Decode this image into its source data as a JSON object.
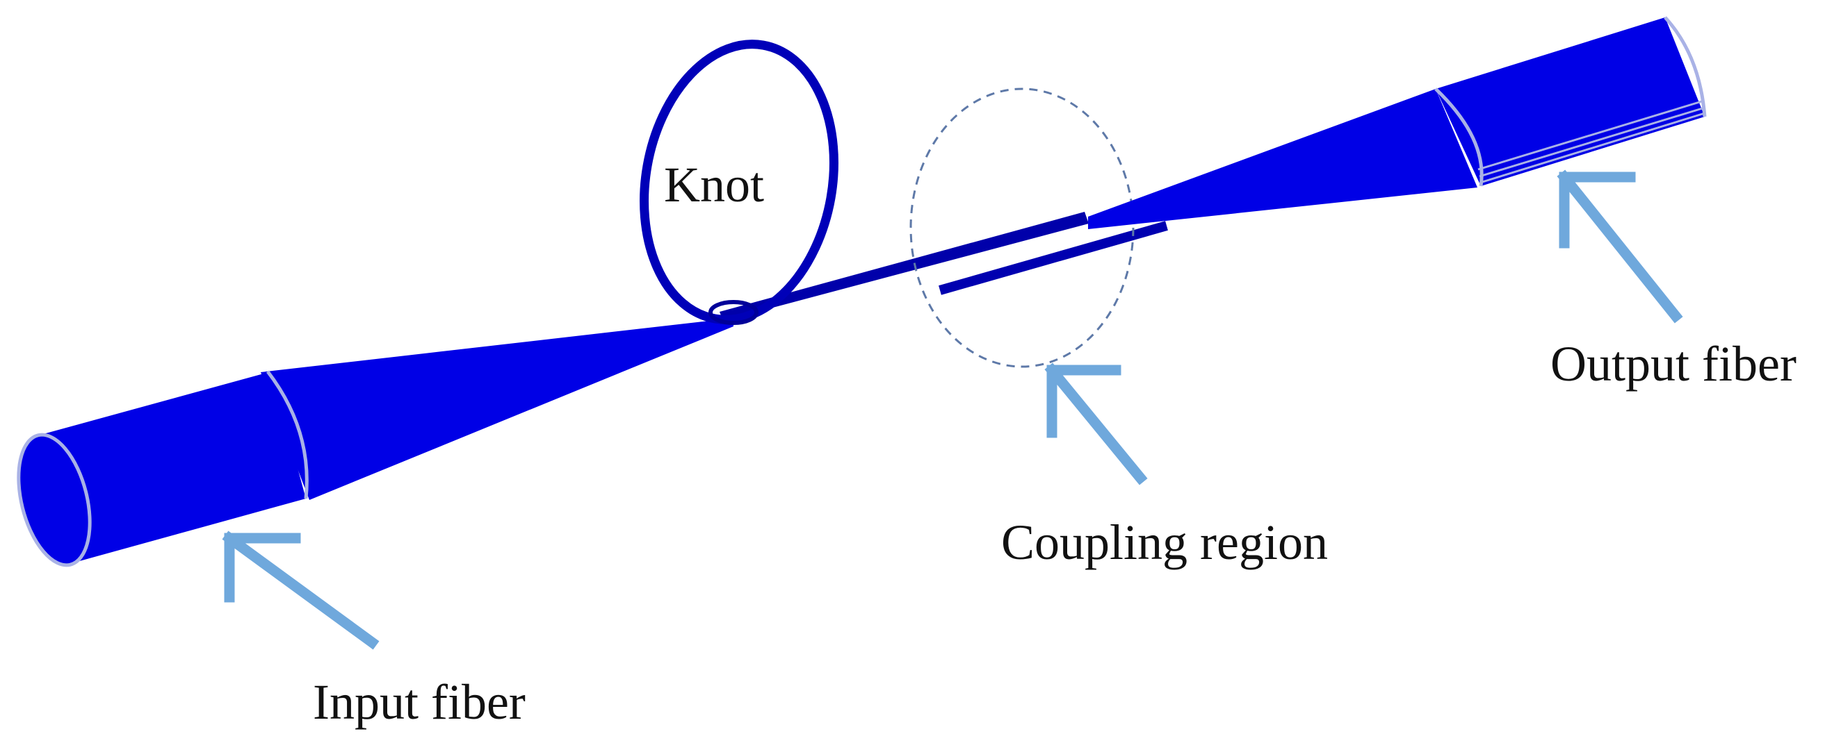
{
  "labels": {
    "knot": "Knot",
    "coupling_region": "Coupling region",
    "output_fiber": "Output fiber",
    "input_fiber": "Input fiber"
  },
  "colors": {
    "fiber": "#0000e6",
    "fiber_dark": "#000099",
    "fiber_edge": "#a9b2e6",
    "arrow": "#6fa8dc",
    "region_outline": "#5e79a8",
    "text": "#111111"
  }
}
